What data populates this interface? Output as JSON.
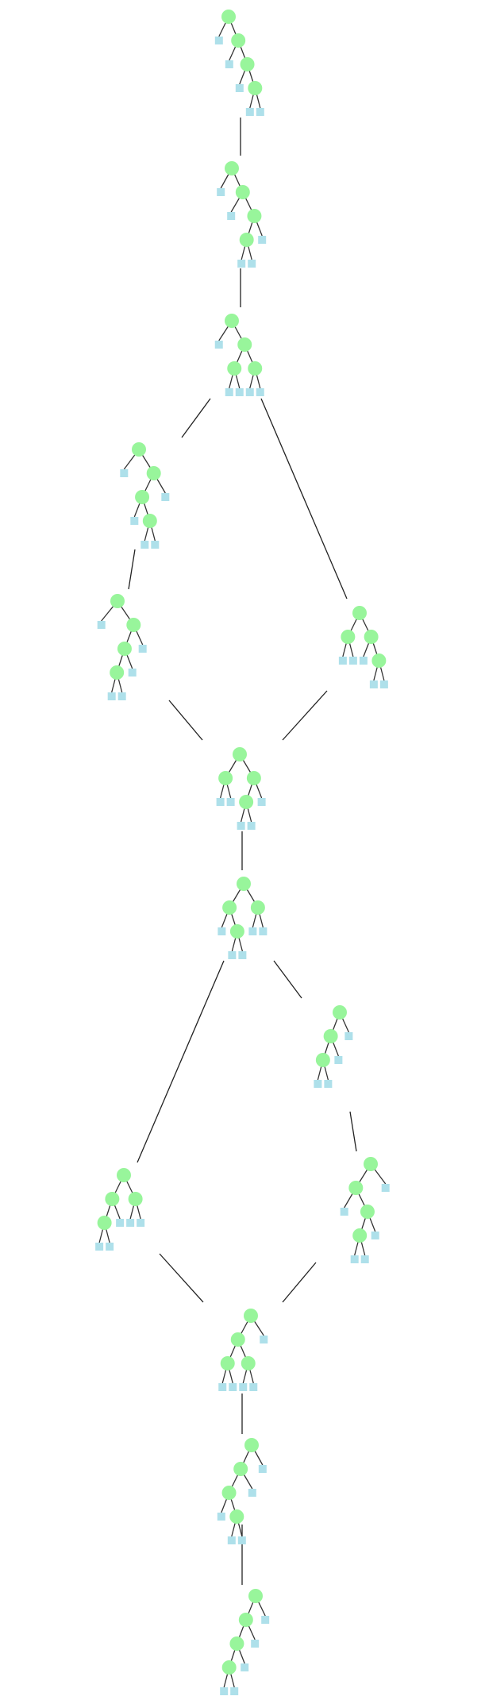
{
  "colors": {
    "internal_node": "#98f59b",
    "leaf_node": "#aee0ea",
    "edge": "#222222",
    "background": "#ffffff"
  },
  "diagram": {
    "kind": "binary-tree-rotation-graph",
    "trees": [
      {
        "id": "t1",
        "shape": [
          null,
          [
            null,
            [
              null,
              [
                null,
                null
              ]
            ]
          ]
        ]
      },
      {
        "id": "t2",
        "shape": [
          null,
          [
            null,
            [
              [
                null,
                null
              ],
              null
            ]
          ]
        ]
      },
      {
        "id": "t3",
        "shape": [
          null,
          [
            [
              null,
              null
            ],
            [
              null,
              null
            ]
          ]
        ]
      },
      {
        "id": "t4",
        "shape": [
          null,
          [
            [
              null,
              [
                null,
                null
              ]
            ],
            null
          ]
        ]
      },
      {
        "id": "t5",
        "shape": [
          null,
          [
            [
              [
                null,
                null
              ],
              null
            ],
            null
          ]
        ]
      },
      {
        "id": "t6",
        "shape": [
          [
            null,
            null
          ],
          [
            null,
            [
              null,
              null
            ]
          ]
        ]
      },
      {
        "id": "t7",
        "shape": [
          [
            null,
            null
          ],
          [
            [
              null,
              null
            ],
            null
          ]
        ]
      },
      {
        "id": "t8",
        "shape": [
          [
            null,
            [
              null,
              null
            ]
          ],
          [
            null,
            null
          ]
        ]
      },
      {
        "id": "t9",
        "shape": [
          [
            [
              null,
              null
            ],
            null
          ],
          null
        ]
      },
      {
        "id": "t10",
        "shape": [
          [
            [
              null,
              null
            ],
            null
          ],
          [
            null,
            null
          ]
        ]
      },
      {
        "id": "t11",
        "shape": [
          [
            null,
            [
              [
                null,
                null
              ],
              null
            ]
          ],
          null
        ]
      },
      {
        "id": "t12",
        "shape": [
          [
            [
              null,
              null
            ],
            [
              null,
              null
            ]
          ],
          null
        ]
      },
      {
        "id": "t13",
        "shape": [
          [
            [
              null,
              [
                null,
                null
              ]
            ],
            null
          ],
          null
        ]
      },
      {
        "id": "t14",
        "shape": [
          [
            [
              [
                null,
                null
              ],
              null
            ],
            null
          ],
          null
        ]
      }
    ],
    "edges": [
      [
        "t1",
        "t2"
      ],
      [
        "t2",
        "t3"
      ],
      [
        "t3",
        "t4"
      ],
      [
        "t3",
        "t6"
      ],
      [
        "t4",
        "t5"
      ],
      [
        "t5",
        "t7"
      ],
      [
        "t6",
        "t7"
      ],
      [
        "t7",
        "t8"
      ],
      [
        "t8",
        "t10"
      ],
      [
        "t8",
        "t9"
      ],
      [
        "t9",
        "t11"
      ],
      [
        "t10",
        "t12"
      ],
      [
        "t11",
        "t12"
      ],
      [
        "t12",
        "t13"
      ],
      [
        "t13",
        "t14"
      ]
    ]
  }
}
